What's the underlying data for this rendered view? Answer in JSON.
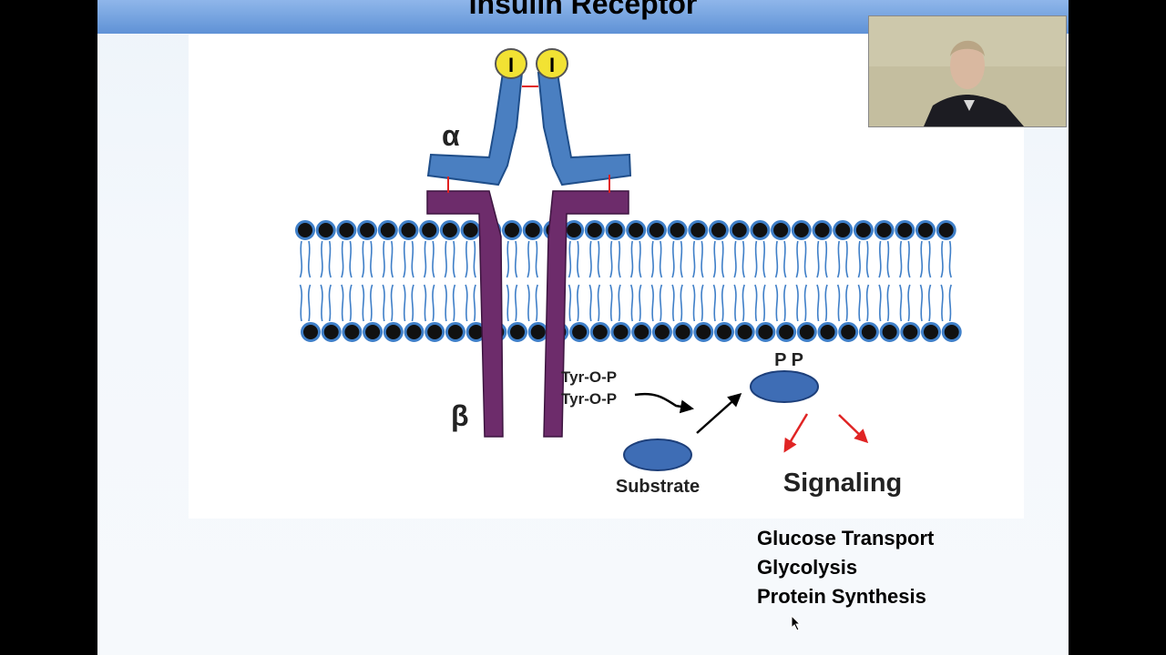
{
  "slide": {
    "title": "Insulin Receptor"
  },
  "diagram": {
    "insulin_label_left": "I",
    "insulin_label_right": "I",
    "alpha_label": "α",
    "beta_label": "β",
    "phospho_1": "Tyr-O-P",
    "phospho_2": "Tyr-O-P",
    "substrate_label": "Substrate",
    "pp_label": "P P",
    "signaling_label": "Signaling"
  },
  "outcomes": {
    "item_1": "Glucose Transport",
    "item_2": "Glycolysis",
    "item_3": "Protein Synthesis"
  },
  "colors": {
    "alpha_subunit": "#4a7fc1",
    "beta_subunit": "#6d2c6b",
    "insulin": "#f2e233",
    "lipid_head": "#111111",
    "lipid_tail": "#3f7fc8",
    "disulfide_bond": "#e02020",
    "signal_arrow": "#e02424",
    "title_bar": "#6e9fdc"
  }
}
